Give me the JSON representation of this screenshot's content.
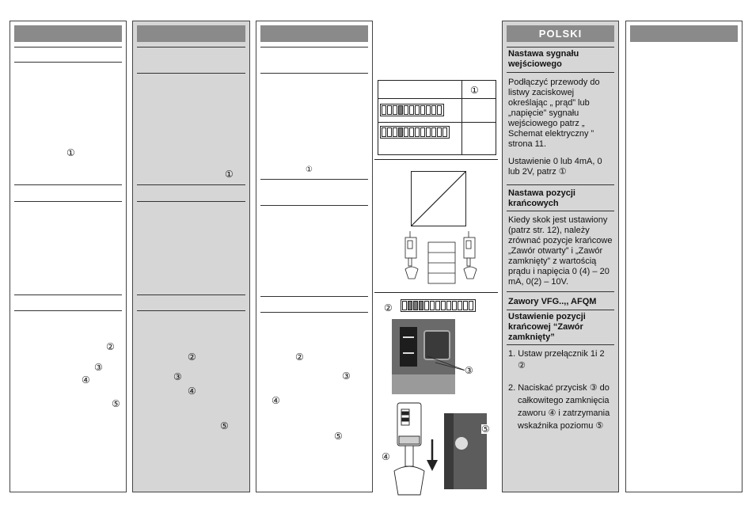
{
  "columns": {
    "pl": {
      "title": "POLSKI",
      "sec1_heading": "Nastawa sygnału wejściowego",
      "sec1_para1": "Podłączyć przewody do listwy zaciskowej określając „ prąd” lub „napięcie” sygnału wejściowego patrz „ Schemat elektryczny ” strona 11.",
      "sec1_para2": "Ustawienie 0 lub 4mA, 0 lub 2V, patrz ①",
      "sec2_heading": "Nastawa pozycji krańcowych",
      "sec2_para": "Kiedy skok jest ustawiony (patrz str. 12), należy zrównać pozycje krańcowe „Zawór otwarty” i „Zawór zamknięty” z wartością prądu i napięcia 0 (4) – 20 mA, 0(2) – 10V.",
      "sec3_heading": "Zawory VFG..,, AFQM",
      "sec4_heading": "Ustawienie pozycji krańcowej “Zawór zamknięty”",
      "step1": "1. Ustaw przełącznik 1i 2 ②",
      "step2": "2. Naciskać przycisk ③ do całkowitego zamknięcia zaworu ④ i zatrzymania wskaźnika poziomu ⑤"
    },
    "markers": {
      "m1": "①",
      "m2": "②",
      "m3": "③",
      "m4": "④",
      "m5": "⑤"
    }
  },
  "figure": {
    "table_ref": "①",
    "ref2": "②",
    "ref3": "③",
    "ref4": "④",
    "ref5": "⑤"
  },
  "colors": {
    "gray_panel": "#d6d6d6",
    "header_bar": "#8a8a8a",
    "photo_bg": "#5a5a5a"
  }
}
